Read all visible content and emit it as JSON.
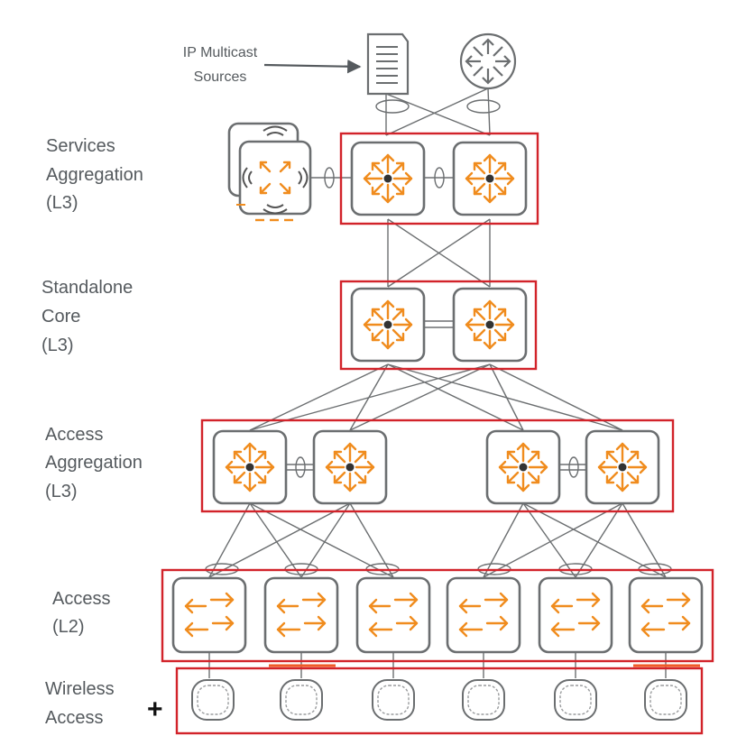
{
  "source_label": [
    "IP Multicast",
    "Sources"
  ],
  "tiers": {
    "services": [
      "Services",
      "Aggregation",
      "(L3)"
    ],
    "core": [
      "Standalone",
      "Core",
      "(L3)"
    ],
    "aggregation": [
      "Access",
      "Aggregation",
      "(L3)"
    ],
    "access": [
      "Access",
      "(L2)"
    ],
    "wireless": [
      "Wireless",
      "Access"
    ]
  },
  "plus_sign": "+",
  "icons": {
    "router": "l3-switch-icon",
    "access_switch": "l2-switch-icon",
    "access_point": "access-point-icon",
    "server": "server-icon",
    "wan_router": "router-icon",
    "wireless_controller": "wireless-controller-icon"
  },
  "colors": {
    "accent": "#f08c1e",
    "group_outline": "#d2232a",
    "device_outline": "#6b6e70",
    "text": "#555a5e"
  }
}
